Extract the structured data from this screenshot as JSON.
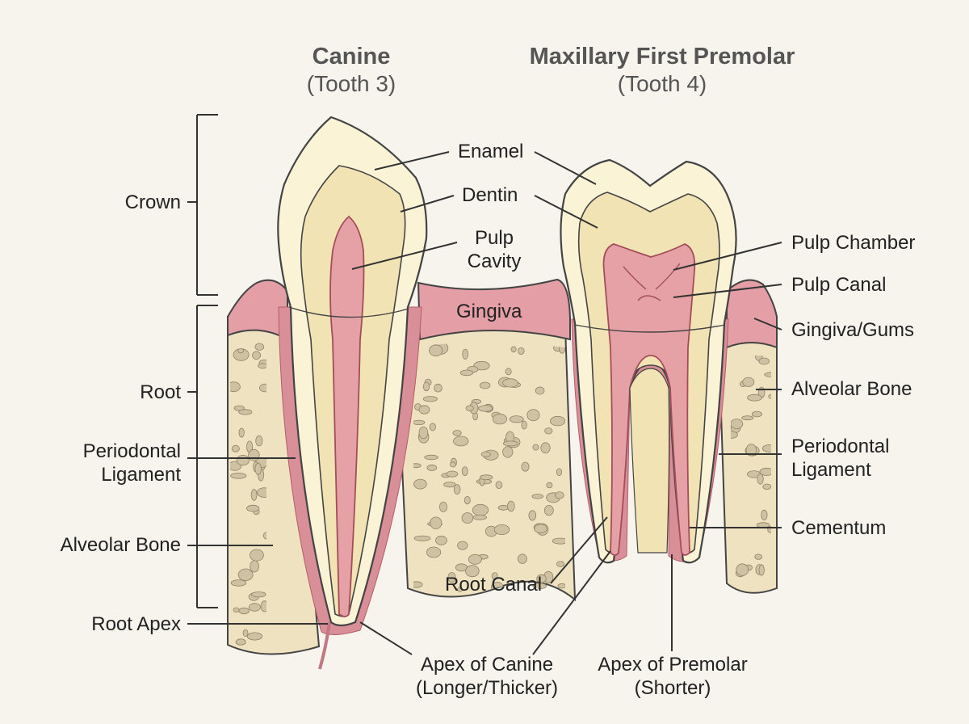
{
  "titles": {
    "left": {
      "name": "Canine",
      "sub": "(Tooth 3)"
    },
    "right": {
      "name": "Maxillary First Premolar",
      "sub": "(Tooth 4)"
    }
  },
  "labels": {
    "crown": "Crown",
    "root": "Root",
    "periodontal_left": "Periodontal\nLigament",
    "alveolar_left": "Alveolar Bone",
    "root_apex": "Root Apex",
    "enamel": "Enamel",
    "dentin": "Dentin",
    "pulp_cavity": "Pulp\nCavity",
    "gingiva": "Gingiva",
    "root_canal": "Root Canal",
    "apex_canine": "Apex of Canine\n(Longer/Thicker)",
    "apex_premolar": "Apex of Premolar\n(Shorter)",
    "pulp_chamber": "Pulp Chamber",
    "pulp_canal": "Pulp Canal",
    "gingiva_gums": "Gingiva/Gums",
    "alveolar_right": "Alveolar Bone",
    "periodontal_right": "Periodontal\nLigament",
    "cementum": "Cementum"
  },
  "colors": {
    "background": "#f7f4ee",
    "enamel": "#fbf3d6",
    "dentin": "#f2e3b4",
    "pulp": "#e6a1a6",
    "gingiva": "#e39ea6",
    "bone": "#efe2c0",
    "bone_pore": "#cfc2a3",
    "leader": "#333333"
  }
}
